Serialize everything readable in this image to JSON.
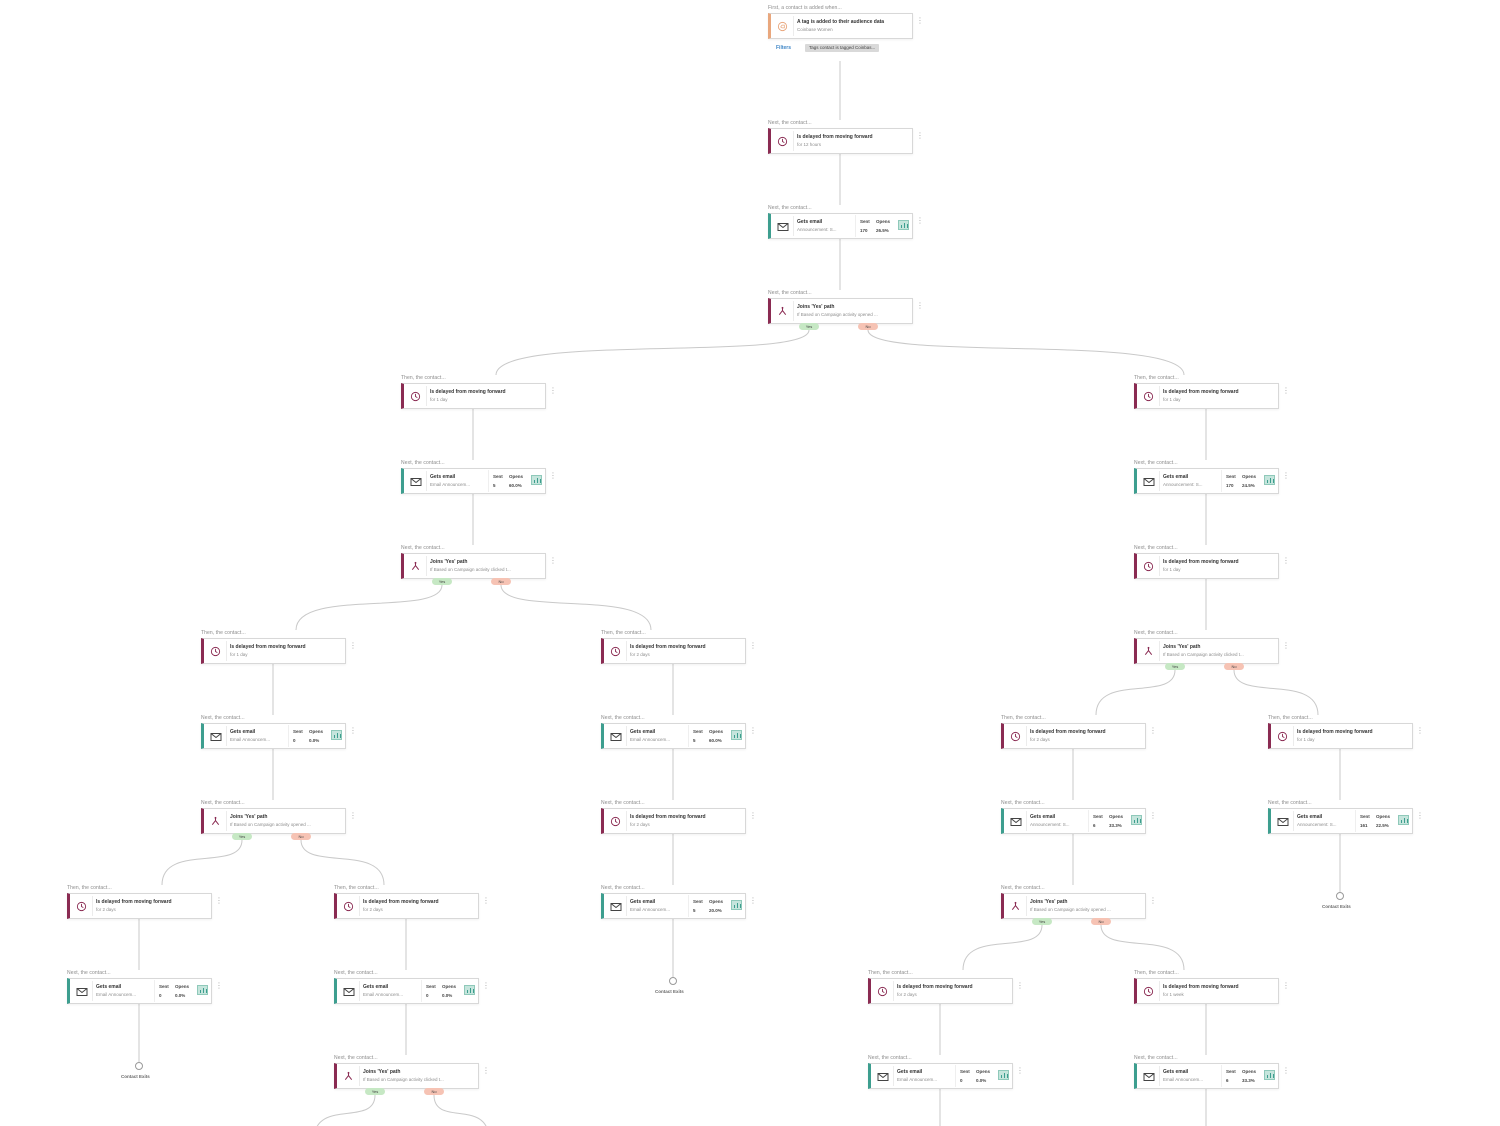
{
  "labels": {
    "first": "First, a contact is added when...",
    "next": "Next, the contact...",
    "then": "Then, the contact...",
    "filters": "Filters",
    "contact_exits": "Contact Exits",
    "yes": "Yes",
    "no": "No",
    "sent": "Sent",
    "opens": "Opens"
  },
  "icons": {
    "trigger": "tag-icon",
    "delay": "clock-icon",
    "email": "envelope-icon",
    "split": "split-path-icon",
    "stats": "bar-chart-icon",
    "menu": "more-icon",
    "exit": "check-circle-icon"
  },
  "colors": {
    "trigger_accent": "#e9a77d",
    "delay_accent": "#8a2b52",
    "email_accent": "#3d9e8f",
    "yes_badge": "#c6e8c4",
    "no_badge": "#f6c3b4",
    "connector": "#c9c9c9"
  },
  "nodes": [
    {
      "id": "trigger",
      "type": "trigger",
      "label": "first",
      "title": "A tag is added to their audience data",
      "subtitle": "Coinbase Women",
      "filter": "Tags contact is tagged Coinbas..."
    },
    {
      "id": "d1",
      "type": "delay",
      "label": "next",
      "title": "Is delayed from moving forward",
      "subtitle": "for 12 hours"
    },
    {
      "id": "e1",
      "type": "email",
      "label": "next",
      "title": "Gets email",
      "subtitle": "Announcement: S...",
      "sent": "170",
      "opens": "26.5%"
    },
    {
      "id": "s1",
      "type": "split",
      "label": "next",
      "title": "Joins 'Yes' path",
      "subtitle": "If Based on Campaign activity opened ..."
    },
    {
      "id": "L_d1",
      "type": "delay",
      "label": "then",
      "title": "Is delayed from moving forward",
      "subtitle": "for 1 day"
    },
    {
      "id": "L_e1",
      "type": "email",
      "label": "next",
      "title": "Gets email",
      "subtitle": "Email Announcem...",
      "sent": "5",
      "opens": "60.0%"
    },
    {
      "id": "L_s1",
      "type": "split",
      "label": "next",
      "title": "Joins 'Yes' path",
      "subtitle": "If Based on Campaign activity clicked t..."
    },
    {
      "id": "LL_d1",
      "type": "delay",
      "label": "then",
      "title": "Is delayed from moving forward",
      "subtitle": "for 1 day"
    },
    {
      "id": "LL_e1",
      "type": "email",
      "label": "next",
      "title": "Gets email",
      "subtitle": "Email Announcem...",
      "sent": "0",
      "opens": "0.0%"
    },
    {
      "id": "LL_s1",
      "type": "split",
      "label": "next",
      "title": "Joins 'Yes' path",
      "subtitle": "If Based on Campaign activity opened ..."
    },
    {
      "id": "LLL_d1",
      "type": "delay",
      "label": "then",
      "title": "Is delayed from moving forward",
      "subtitle": "for 2 days"
    },
    {
      "id": "LLL_e1",
      "type": "email",
      "label": "next",
      "title": "Gets email",
      "subtitle": "Email Announcem...",
      "sent": "0",
      "opens": "0.0%"
    },
    {
      "id": "LLR_d1",
      "type": "delay",
      "label": "then",
      "title": "Is delayed from moving forward",
      "subtitle": "for 2 days"
    },
    {
      "id": "LLR_e1",
      "type": "email",
      "label": "next",
      "title": "Gets email",
      "subtitle": "Email Announcem...",
      "sent": "0",
      "opens": "0.0%"
    },
    {
      "id": "LLR_s1",
      "type": "split",
      "label": "next",
      "title": "Joins 'Yes' path",
      "subtitle": "If Based on Campaign activity clicked t..."
    },
    {
      "id": "LR_d1",
      "type": "delay",
      "label": "then",
      "title": "Is delayed from moving forward",
      "subtitle": "for 2 days"
    },
    {
      "id": "LR_e1",
      "type": "email",
      "label": "next",
      "title": "Gets email",
      "subtitle": "Email Announcem...",
      "sent": "5",
      "opens": "60.0%"
    },
    {
      "id": "LR_d2",
      "type": "delay",
      "label": "next",
      "title": "Is delayed from moving forward",
      "subtitle": "for 2 days"
    },
    {
      "id": "LR_e2",
      "type": "email",
      "label": "next",
      "title": "Gets email",
      "subtitle": "Email Announcem...",
      "sent": "5",
      "opens": "20.0%"
    },
    {
      "id": "R_d1",
      "type": "delay",
      "label": "then",
      "title": "Is delayed from moving forward",
      "subtitle": "for 1 day"
    },
    {
      "id": "R_e1",
      "type": "email",
      "label": "next",
      "title": "Gets email",
      "subtitle": "Announcement: S...",
      "sent": "170",
      "opens": "24.5%"
    },
    {
      "id": "R_d2",
      "type": "delay",
      "label": "next",
      "title": "Is delayed from moving forward",
      "subtitle": "for 1 day"
    },
    {
      "id": "R_s1",
      "type": "split",
      "label": "next",
      "title": "Joins 'Yes' path",
      "subtitle": "If Based on Campaign activity clicked t..."
    },
    {
      "id": "RL_d1",
      "type": "delay",
      "label": "then",
      "title": "Is delayed from moving forward",
      "subtitle": "for 2 days"
    },
    {
      "id": "RL_e1",
      "type": "email",
      "label": "next",
      "title": "Gets email",
      "subtitle": "Announcement: S...",
      "sent": "6",
      "opens": "33.3%"
    },
    {
      "id": "RL_s1",
      "type": "split",
      "label": "next",
      "title": "Joins 'Yes' path",
      "subtitle": "If Based on Campaign activity opened ..."
    },
    {
      "id": "RR_d1",
      "type": "delay",
      "label": "then",
      "title": "Is delayed from moving forward",
      "subtitle": "for 1 day"
    },
    {
      "id": "RR_e1",
      "type": "email",
      "label": "next",
      "title": "Gets email",
      "subtitle": "Announcement: S...",
      "sent": "161",
      "opens": "22.5%"
    },
    {
      "id": "RLL_d1",
      "type": "delay",
      "label": "then",
      "title": "Is delayed from moving forward",
      "subtitle": "for 2 days"
    },
    {
      "id": "RLL_e1",
      "type": "email",
      "label": "next",
      "title": "Gets email",
      "subtitle": "Email Announcem...",
      "sent": "0",
      "opens": "0.0%"
    },
    {
      "id": "RLR_d1",
      "type": "delay",
      "label": "then",
      "title": "Is delayed from moving forward",
      "subtitle": "for 1 week"
    },
    {
      "id": "RLR_e1",
      "type": "email",
      "label": "next",
      "title": "Gets email",
      "subtitle": "Email Announcem...",
      "sent": "6",
      "opens": "33.3%"
    }
  ]
}
